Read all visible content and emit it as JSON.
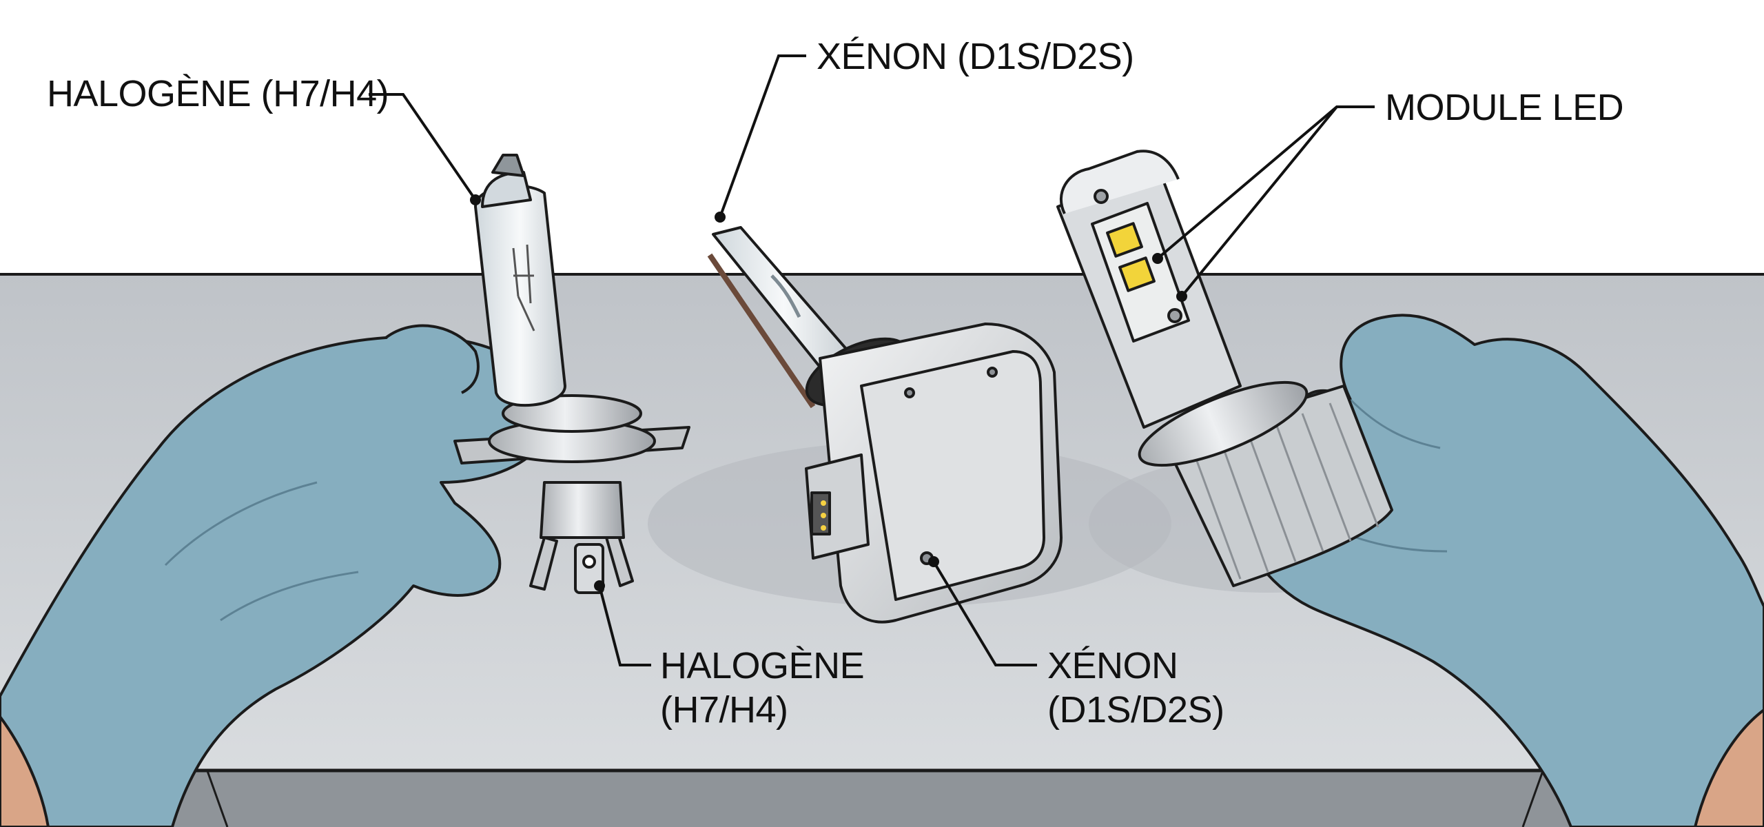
{
  "labels": {
    "halogen_top": "HALOGÈNE (H7/H4)",
    "xenon_top": "XÉNON (D1S/D2S)",
    "led_module": "MODULE LED",
    "halogen_bottom_line1": "HALOGÈNE",
    "halogen_bottom_line2": "(H7/H4)",
    "xenon_bottom_line1": "XÉNON",
    "xenon_bottom_line2": "(D1S/D2S)"
  },
  "colors": {
    "background": "#ffffff",
    "table_top": "#c9ccd1",
    "table_edge": "#9fa3a8",
    "glove": "#86aebf",
    "glove_shadow": "#6d93a5",
    "skin": "#d9a587",
    "metal": "#d4d7da",
    "metal_dark": "#a6aaae",
    "glass": "#e8eef2",
    "led_chip": "#f2d43a",
    "ink": "#111111"
  }
}
